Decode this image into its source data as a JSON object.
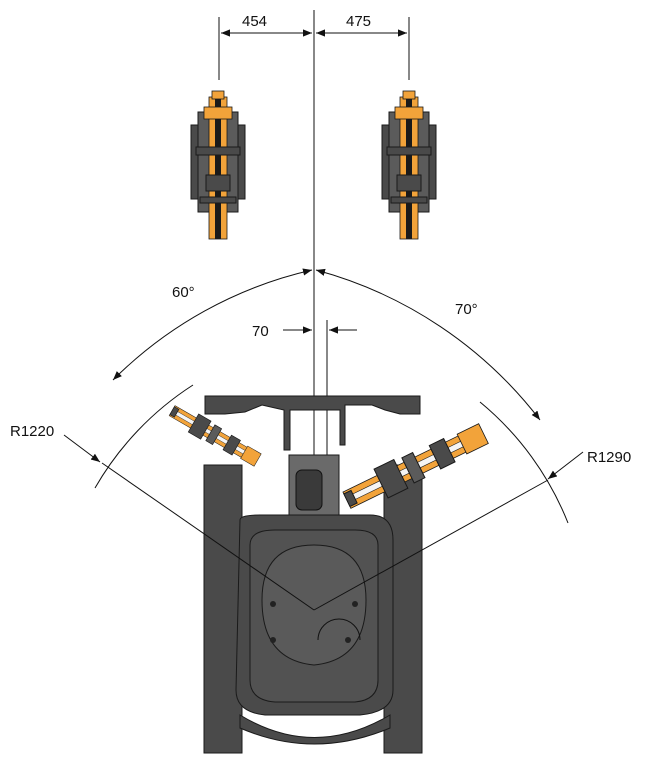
{
  "dimensions": {
    "left_offset": "454",
    "right_offset": "475",
    "left_angle": "60°",
    "right_angle": "70°",
    "center_offset": "70",
    "left_radius": "R1220",
    "right_radius": "R1290"
  },
  "colors": {
    "machine_body": "#4a4a4a",
    "boom": "#f2a33a",
    "line": "#111111"
  }
}
